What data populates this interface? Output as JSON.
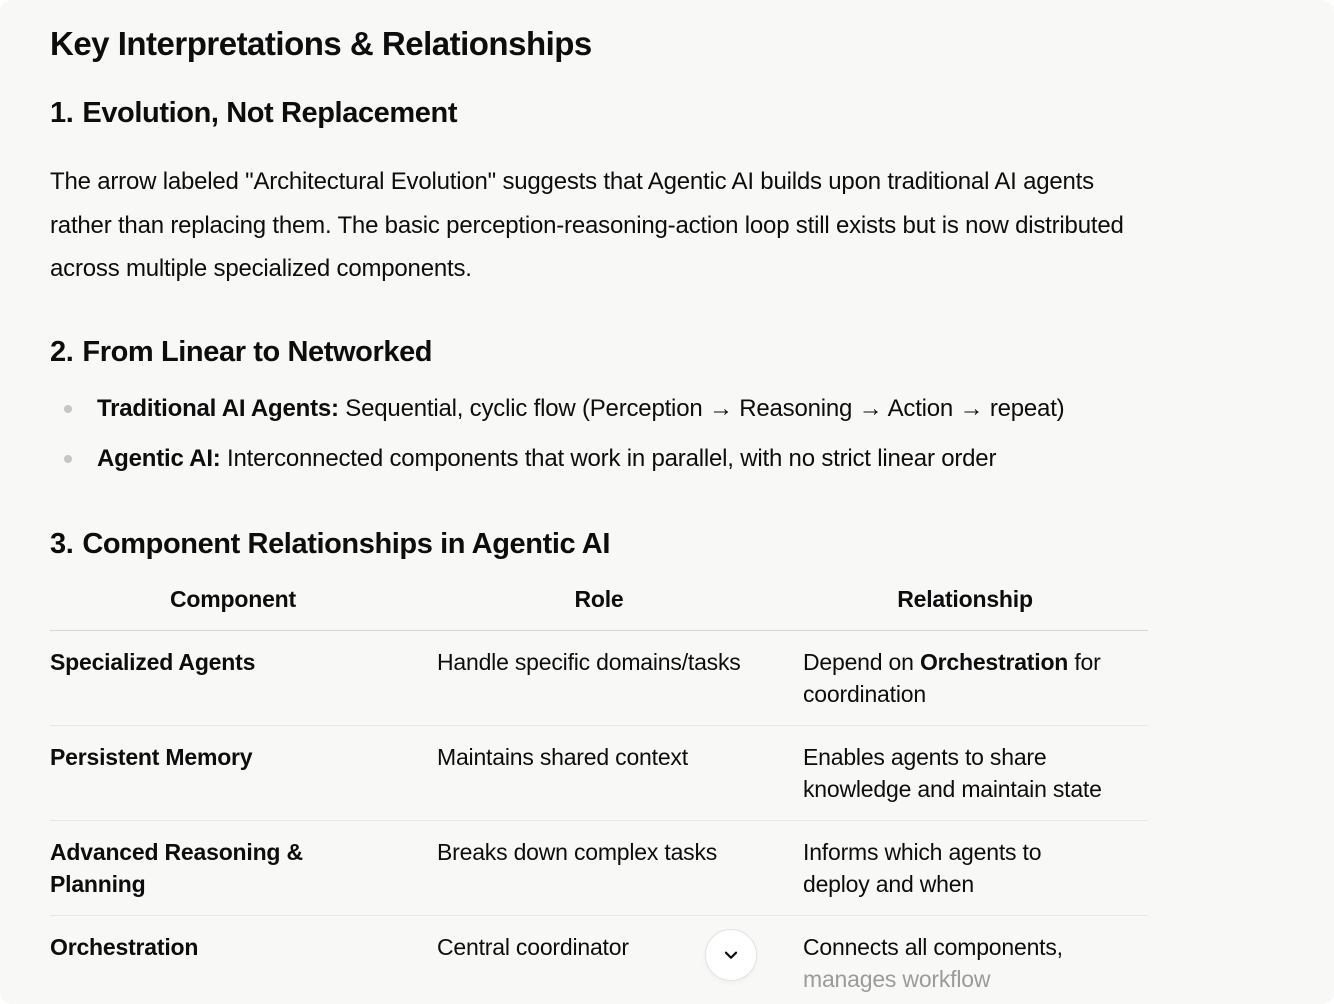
{
  "title": "Key Interpretations & Relationships",
  "sections": [
    {
      "number": "1.",
      "heading": "Evolution, Not Replacement",
      "paragraph": "The arrow labeled \"Architectural Evolution\" suggests that Agentic AI builds upon traditional AI agents rather than replacing them. The basic perception-reasoning-action loop still exists but is now distributed across multiple specialized components."
    },
    {
      "number": "2.",
      "heading": "From Linear to Networked",
      "bullets": [
        {
          "bold": "Traditional AI Agents:",
          "text": " Sequential, cyclic flow (Perception → Reasoning → Action → repeat)"
        },
        {
          "bold": "Agentic AI:",
          "text": " Interconnected components that work in parallel, with no strict linear order"
        }
      ]
    },
    {
      "number": "3.",
      "heading": "Component Relationships in Agentic AI",
      "table": {
        "headers": [
          "Component",
          "Role",
          "Relationship"
        ],
        "rows": [
          {
            "component": "Specialized Agents",
            "role": "Handle specific domains/tasks",
            "rel_prefix": "Depend on ",
            "rel_bold": "Orchestration",
            "rel_suffix": " for coordination"
          },
          {
            "component": "Persistent Memory",
            "role": "Maintains shared context",
            "rel_text": "Enables agents to share knowledge and maintain state"
          },
          {
            "component": "Advanced Reasoning & Planning",
            "role": "Breaks down complex tasks",
            "rel_text": "Informs which agents to deploy and when"
          },
          {
            "component": "Orchestration",
            "role": "Central coordinator",
            "rel_prefix": "Connects all components, ",
            "rel_faded": "manages workflow"
          }
        ]
      }
    }
  ],
  "scroll_button": {
    "icon": "chevron-down"
  },
  "colors": {
    "background": "#f8f8f7",
    "text": "#0d0d0d",
    "faded_text": "#9b9b9b",
    "header_divider": "#d6d6d6",
    "row_divider": "#e8e8e8",
    "bullet_dot": "#c6c6c6",
    "button_background": "#ffffff",
    "button_border": "#e3e3e3"
  }
}
